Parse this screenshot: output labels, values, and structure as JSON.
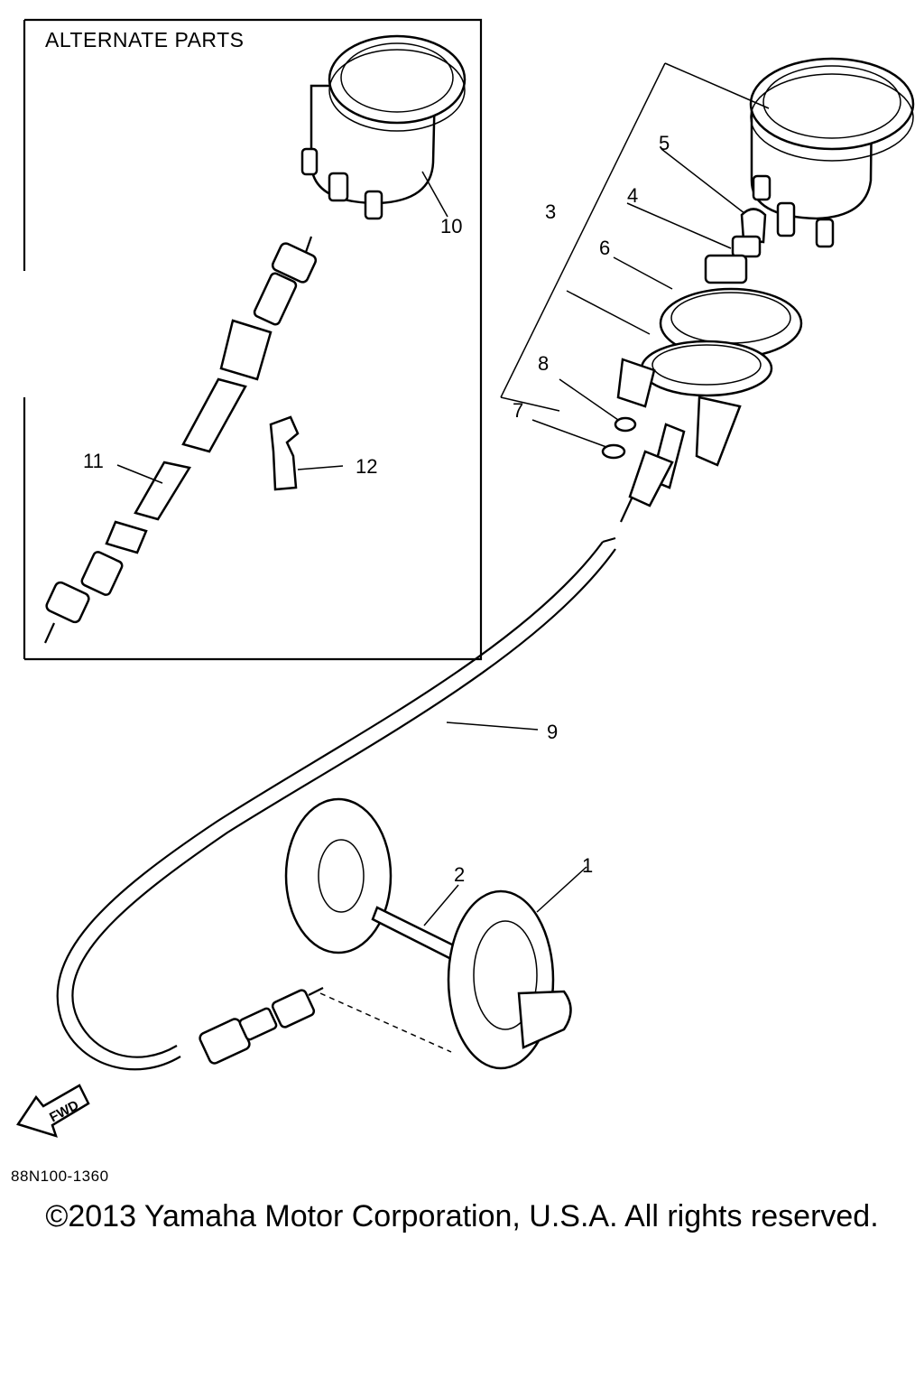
{
  "inset": {
    "title": "ALTERNATE PARTS"
  },
  "callouts": {
    "p1": "1",
    "p2": "2",
    "p3": "3",
    "p4": "4",
    "p5": "5",
    "p6": "6",
    "p7": "7",
    "p8": "8",
    "p9": "9",
    "p10": "10",
    "p11": "11",
    "p12": "12"
  },
  "fwd_label": "FWD",
  "ref_code": "88N100-1360",
  "copyright": "©2013 Yamaha Motor Corporation, U.S.A. All rights reserved."
}
